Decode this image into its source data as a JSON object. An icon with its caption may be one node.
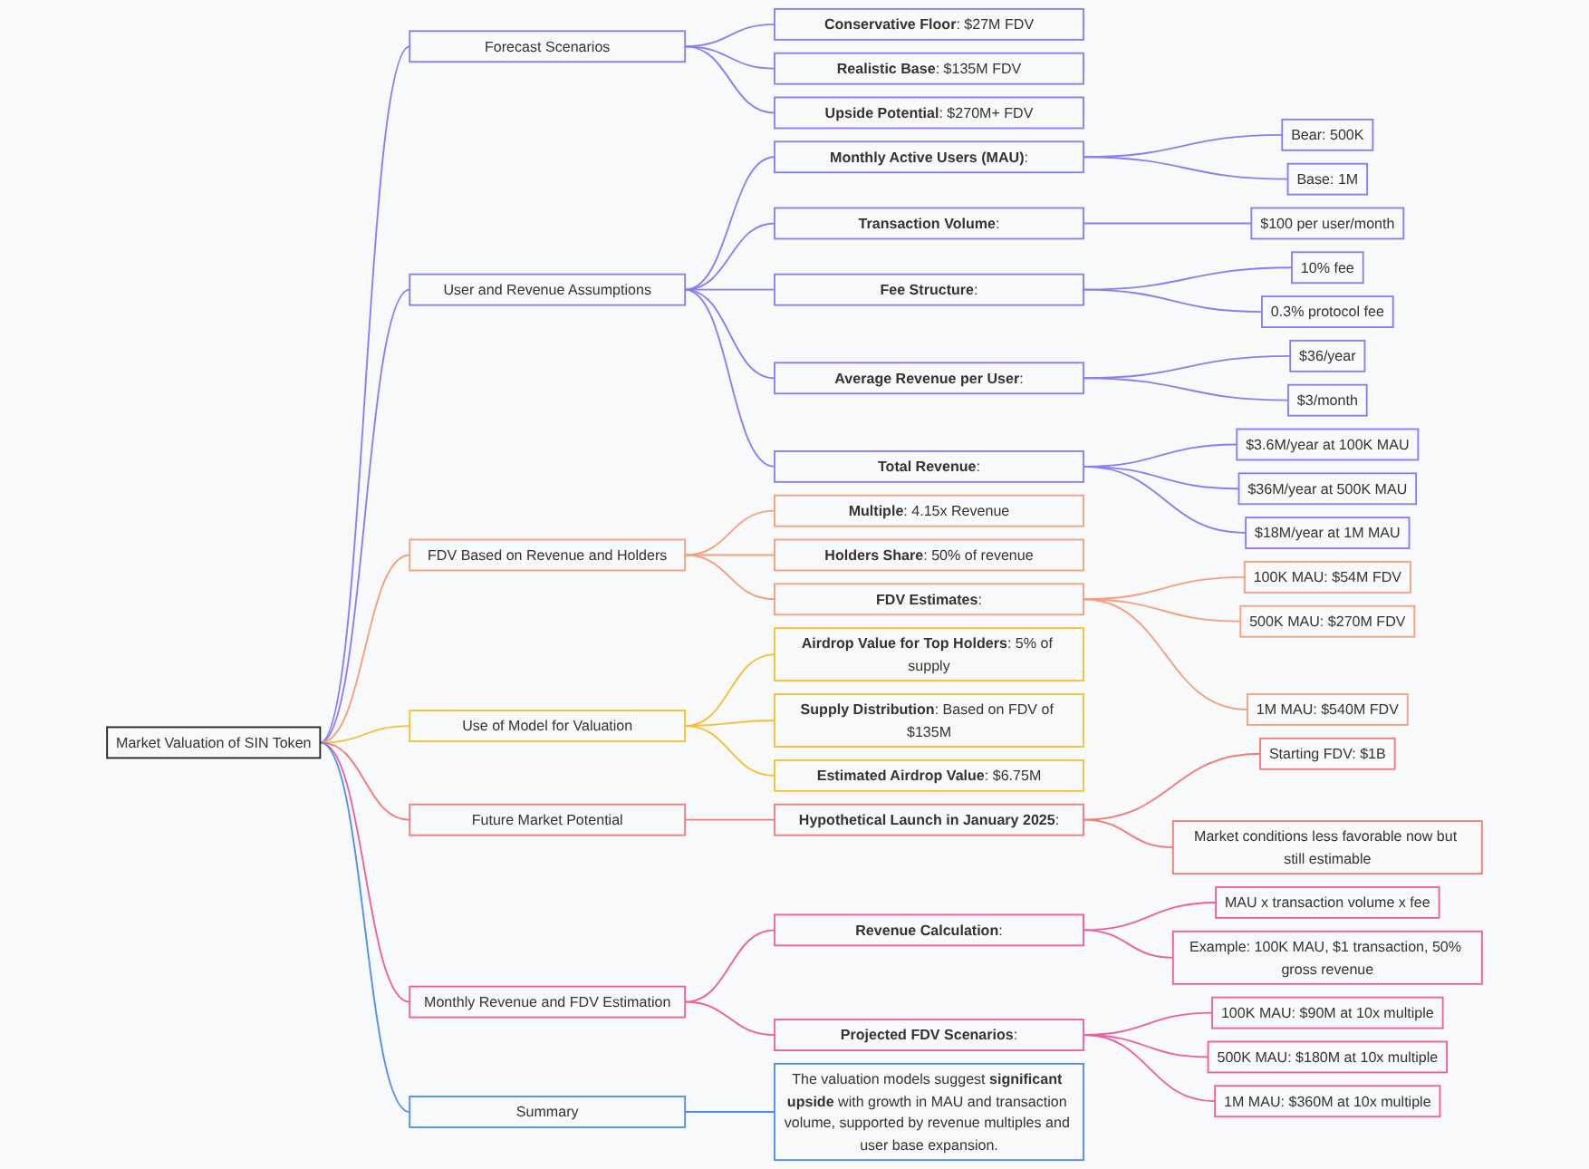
{
  "diagram": {
    "nodes": [
      {
        "text": [
          "Market Valuation of SIN Token"
        ]
      },
      {
        "text": [
          "Forecast Scenarios"
        ]
      },
      {
        "text": [
          "**Conservative Floor**: $27M FDV"
        ]
      },
      {
        "text": [
          "**Realistic Base**: $135M FDV"
        ]
      },
      {
        "text": [
          "**Upside Potential**: $270M+ FDV"
        ]
      },
      {
        "text": [
          "User and Revenue Assumptions"
        ]
      },
      {
        "text": [
          "**Monthly Active Users (MAU)**:"
        ]
      },
      {
        "text": [
          "Bear: 500K"
        ]
      },
      {
        "text": [
          "Base: 1M"
        ]
      },
      {
        "text": [
          "**Transaction Volume**:"
        ]
      },
      {
        "text": [
          "$100 per user/month"
        ]
      },
      {
        "text": [
          "**Fee Structure**:"
        ]
      },
      {
        "text": [
          "10% fee"
        ]
      },
      {
        "text": [
          "0.3% protocol fee"
        ]
      },
      {
        "text": [
          "**Average Revenue per User**:"
        ]
      },
      {
        "text": [
          "$36/year"
        ]
      },
      {
        "text": [
          "$3/month"
        ]
      },
      {
        "text": [
          "**Total Revenue**:"
        ]
      },
      {
        "text": [
          "$3.6M/year at 100K MAU"
        ]
      },
      {
        "text": [
          "$36M/year at 500K MAU"
        ]
      },
      {
        "text": [
          "$18M/year at 1M MAU"
        ]
      },
      {
        "text": [
          "FDV Based on Revenue and Holders"
        ]
      },
      {
        "text": [
          "**Multiple**: 4.15x Revenue"
        ]
      },
      {
        "text": [
          "**Holders Share**: 50% of revenue"
        ]
      },
      {
        "text": [
          "**FDV Estimates**:"
        ]
      },
      {
        "text": [
          "100K MAU: $54M FDV"
        ]
      },
      {
        "text": [
          "500K MAU: $270M FDV"
        ]
      },
      {
        "text": [
          "1M MAU: $540M FDV"
        ]
      },
      {
        "text": [
          "Use of Model for Valuation"
        ]
      },
      {
        "text": [
          "**Airdrop Value for Top Holders**: 5% of supply"
        ]
      },
      {
        "text": [
          "**Supply Distribution**: Based on FDV of $135M"
        ]
      },
      {
        "text": [
          "**Estimated Airdrop Value**: $6.75M"
        ]
      },
      {
        "text": [
          "Future Market Potential"
        ]
      },
      {
        "text": [
          "**Hypothetical Launch in January 2025**:"
        ]
      },
      {
        "text": [
          "Starting FDV: $1B"
        ]
      },
      {
        "text": [
          "Market conditions less favorable now but still estimable"
        ]
      },
      {
        "text": [
          "Monthly Revenue and FDV Estimation"
        ]
      },
      {
        "text": [
          "**Revenue Calculation**:"
        ]
      },
      {
        "text": [
          "MAU x transaction volume x fee"
        ]
      },
      {
        "text": [
          "Example: 100K MAU, $1 transaction, 50% gross revenue"
        ]
      },
      {
        "text": [
          "**Projected FDV Scenarios**:"
        ]
      },
      {
        "text": [
          "100K MAU: $90M at 10x multiple"
        ]
      },
      {
        "text": [
          "500K MAU: $180M at 10x multiple"
        ]
      },
      {
        "text": [
          "1M MAU: $360M at 10x multiple"
        ]
      },
      {
        "text": [
          "Summary"
        ]
      },
      {
        "text": [
          "The valuation models suggest **significant upside** with growth in MAU and transaction volume, supported by revenue multiples and user base expansion."
        ]
      }
    ],
    "edges": [
      {
        "from": 0,
        "to": 1,
        "arrow": "none"
      },
      {
        "from": 1,
        "to": 2,
        "arrow": "none"
      },
      {
        "from": 1,
        "to": 3,
        "arrow": "none"
      },
      {
        "from": 1,
        "to": 4,
        "arrow": "none"
      },
      {
        "from": 0,
        "to": 5,
        "arrow": "none"
      },
      {
        "from": 5,
        "to": 6,
        "arrow": "none"
      },
      {
        "from": 6,
        "to": 7,
        "arrow": "none"
      },
      {
        "from": 6,
        "to": 8,
        "arrow": "none"
      },
      {
        "from": 5,
        "to": 9,
        "arrow": "none"
      },
      {
        "from": 9,
        "to": 10,
        "arrow": "none"
      },
      {
        "from": 5,
        "to": 11,
        "arrow": "none"
      },
      {
        "from": 11,
        "to": 12,
        "arrow": "none"
      },
      {
        "from": 11,
        "to": 13,
        "arrow": "none"
      },
      {
        "from": 5,
        "to": 14,
        "arrow": "none"
      },
      {
        "from": 14,
        "to": 15,
        "arrow": "none"
      },
      {
        "from": 14,
        "to": 16,
        "arrow": "none"
      },
      {
        "from": 5,
        "to": 17,
        "arrow": "none"
      },
      {
        "from": 17,
        "to": 18,
        "arrow": "none"
      },
      {
        "from": 17,
        "to": 19,
        "arrow": "none"
      },
      {
        "from": 17,
        "to": 20,
        "arrow": "none"
      },
      {
        "from": 0,
        "to": 21,
        "arrow": "none",
        "color": "#f4a07a"
      },
      {
        "from": 21,
        "to": 22,
        "arrow": "none",
        "color": "#f4a07a"
      },
      {
        "from": 21,
        "to": 23,
        "arrow": "none",
        "color": "#f4a07a"
      },
      {
        "from": 21,
        "to": 24,
        "arrow": "none",
        "color": "#f4a07a"
      },
      {
        "from": 24,
        "to": 25,
        "arrow": "none",
        "color": "#f4a07a"
      },
      {
        "from": 24,
        "to": 26,
        "arrow": "none",
        "color": "#f4a07a"
      },
      {
        "from": 24,
        "to": 27,
        "arrow": "none",
        "color": "#f4a07a"
      },
      {
        "from": 0,
        "to": 28,
        "arrow": "none",
        "color": "#f5c030"
      },
      {
        "from": 28,
        "to": 29,
        "arrow": "none",
        "color": "#f5c030"
      },
      {
        "from": 28,
        "to": 30,
        "arrow": "none",
        "color": "#f5c030"
      },
      {
        "from": 28,
        "to": 31,
        "arrow": "none",
        "color": "#f5c030"
      },
      {
        "from": 0,
        "to": 32,
        "arrow": "none",
        "color": "#f47a7a"
      },
      {
        "from": 32,
        "to": 33,
        "arrow": "none",
        "color": "#f47a7a"
      },
      {
        "from": 33,
        "to": 34,
        "arrow": "none",
        "color": "#f47a7a"
      },
      {
        "from": 33,
        "to": 35,
        "arrow": "none",
        "color": "#f47a7a"
      },
      {
        "from": 0,
        "to": 36,
        "arrow": "none",
        "color": "#ee5fa0"
      },
      {
        "from": 36,
        "to": 37,
        "arrow": "none",
        "color": "#ee5fa0"
      },
      {
        "from": 37,
        "to": 38,
        "arrow": "none",
        "color": "#ee5fa0"
      },
      {
        "from": 37,
        "to": 39,
        "arrow": "none",
        "color": "#ee5fa0"
      },
      {
        "from": 36,
        "to": 40,
        "arrow": "none",
        "color": "#ee5fa0"
      },
      {
        "from": 40,
        "to": 41,
        "arrow": "none",
        "color": "#ee5fa0"
      },
      {
        "from": 40,
        "to": 42,
        "arrow": "none",
        "color": "#ee5fa0"
      },
      {
        "from": 40,
        "to": 43,
        "arrow": "none",
        "color": "#ee5fa0"
      },
      {
        "from": 0,
        "to": 44,
        "arrow": "none",
        "color": "#4d8ef0"
      },
      {
        "from": 44,
        "to": 45,
        "arrow": "none",
        "color": "#4d8ef0"
      }
    ]
  }
}
